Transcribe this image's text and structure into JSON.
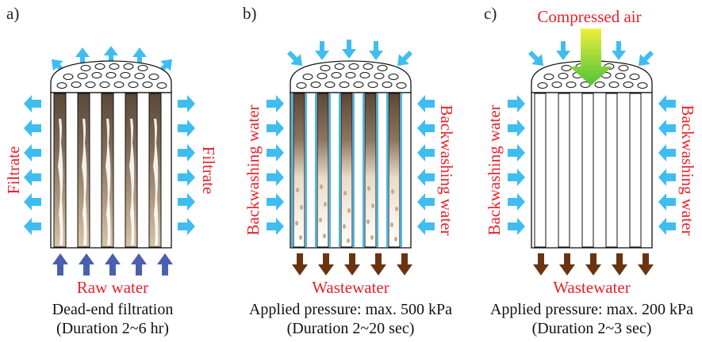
{
  "panels": [
    {
      "letter": "a)",
      "side_label_left": "Filtrate",
      "side_label_right": "Filtrate",
      "bottom_label": "Raw water",
      "caption_line1": "Dead-end filtration",
      "caption_line2": "(Duration 2~6 hr)",
      "arrow_color": "#3fbdf0",
      "bottom_arrow_color": "#4a5fb0"
    },
    {
      "letter": "b)",
      "side_label_left": "Backwashing water",
      "side_label_right": "Backwashing water",
      "bottom_label": "Wastewater",
      "caption_line1": "Applied pressure: max. 500 kPa",
      "caption_line2": "(Duration 2~20 sec)",
      "arrow_color": "#3fbdf0",
      "bottom_arrow_color": "#6b3410"
    },
    {
      "letter": "c)",
      "top_label": "Compressed air",
      "side_label_left": "Backwashing water",
      "side_label_right": "Backwashing water",
      "bottom_label": "Wastewater",
      "caption_line1": "Applied pressure: max. 200 kPa",
      "caption_line2": "(Duration 2~3 sec)",
      "arrow_color": "#3fbdf0",
      "bottom_arrow_color": "#6b3410",
      "air_gradient": [
        "#e6ec3a",
        "#5cc83c"
      ]
    }
  ],
  "colors": {
    "label_red": "#e8202a",
    "fouling_brown": "#7a6450",
    "fouling_light": "#d9c6ad"
  }
}
